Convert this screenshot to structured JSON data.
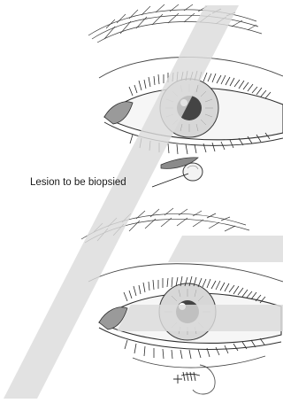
{
  "figure": {
    "callout_text": "Lesion to be biopsied",
    "watermark_overlay": "visible"
  },
  "colors": {
    "line": "#2f2f2f",
    "iris": "#d7d7d7",
    "pupil": "#444444",
    "lesion": "#8a8a8a",
    "shadow": "#9a9a9a",
    "watermark": "#dcdcdc"
  },
  "panels": [
    {
      "name": "top-eye",
      "state": "lesion marked"
    },
    {
      "name": "bottom-eye",
      "state": "post-excision with suture"
    }
  ]
}
